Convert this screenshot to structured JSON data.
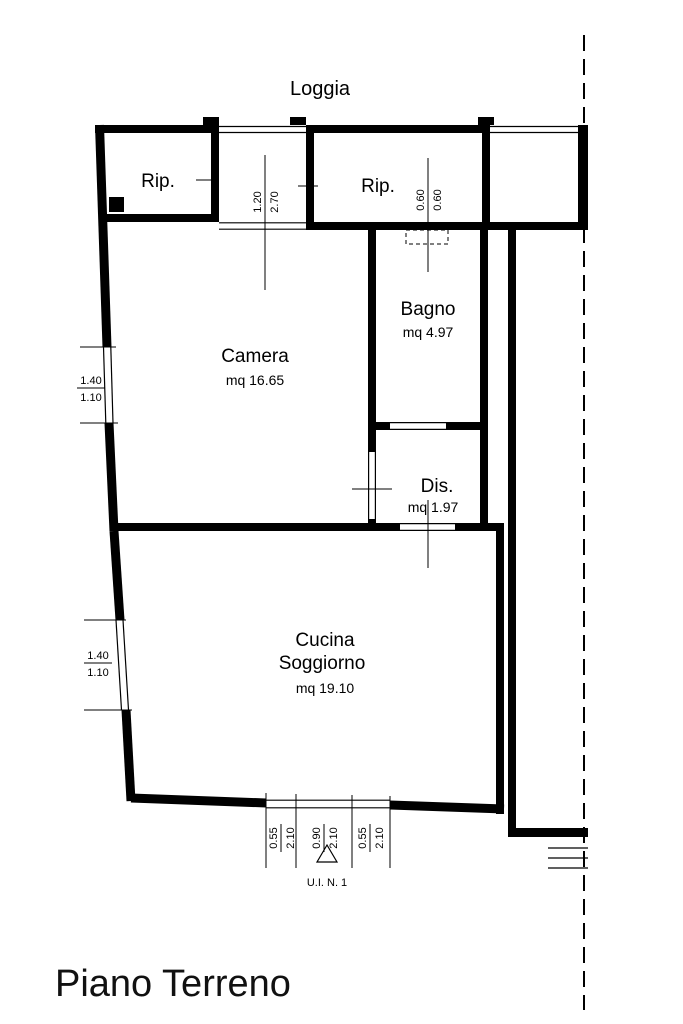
{
  "title": "Piano Terreno",
  "labels": {
    "loggia": "Loggia",
    "uin": "U.I. N. 1"
  },
  "rooms": {
    "rip1": {
      "name": "Rip."
    },
    "rip2": {
      "name": "Rip."
    },
    "camera": {
      "name": "Camera",
      "area": "mq 16.65"
    },
    "bagno": {
      "name": "Bagno",
      "area": "mq 4.97"
    },
    "dis": {
      "name": "Dis.",
      "area": "mq 1.97"
    },
    "cucina": {
      "name": "Cucina",
      "name2": "Soggiorno",
      "area": "mq 19.10"
    }
  },
  "dims": {
    "loggia_door": {
      "w": "1.20",
      "h": "2.70"
    },
    "bagno_window": {
      "w": "0.60",
      "h": "0.60"
    },
    "left_window_upper": {
      "w": "1.40",
      "h": "1.10"
    },
    "left_window_lower": {
      "w": "1.40",
      "h": "1.10"
    },
    "entry_left": {
      "w": "0.55",
      "h": "2.10"
    },
    "entry_center": {
      "w": "0.90",
      "h": "2.10"
    },
    "entry_right": {
      "w": "0.55",
      "h": "2.10"
    }
  },
  "colors": {
    "ink": "#000000",
    "background": "#ffffff"
  }
}
